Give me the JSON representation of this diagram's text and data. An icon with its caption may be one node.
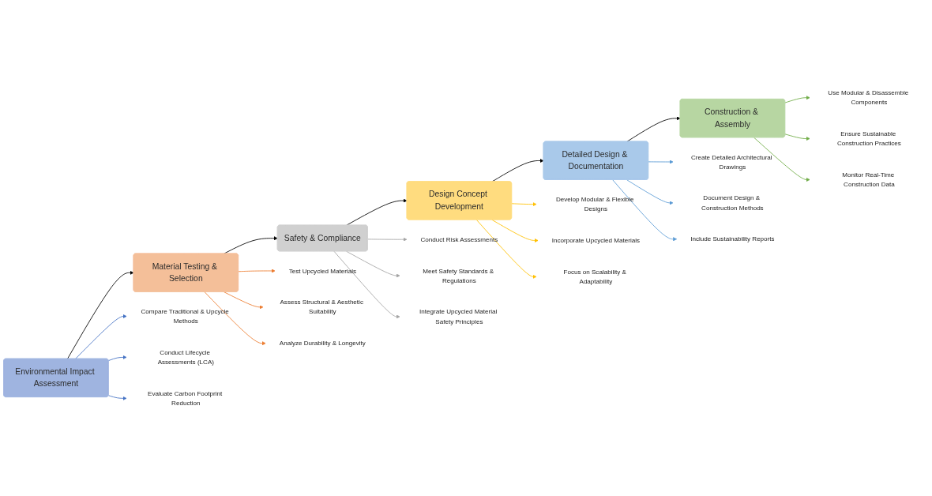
{
  "diagram": {
    "nodes": [
      {
        "text": [
          "Environmental Impact Assessment"
        ]
      },
      {
        "text": [
          "Material Testing & Selection"
        ]
      },
      {
        "text": [
          "Safety & Compliance"
        ]
      },
      {
        "text": [
          "Design Concept Development"
        ]
      },
      {
        "text": [
          "Detailed Design & Documentation"
        ]
      },
      {
        "text": [
          "Construction & Assembly"
        ]
      },
      {
        "text": [
          "Compare Traditional & Upcycle Methods"
        ]
      },
      {
        "text": [
          "Conduct Lifecycle Assessments (LCA)"
        ]
      },
      {
        "text": [
          "Evaluate Carbon Footprint Reduction"
        ]
      },
      {
        "text": [
          "Test Upcycled Materials"
        ]
      },
      {
        "text": [
          "Assess Structural & Aesthetic Suitability"
        ]
      },
      {
        "text": [
          "Analyze Durability & Longevity"
        ]
      },
      {
        "text": [
          "Conduct Risk Assessments"
        ]
      },
      {
        "text": [
          "Meet Safety Standards & Regulations"
        ]
      },
      {
        "text": [
          "Integrate Upcycled Material Safety Principles"
        ]
      },
      {
        "text": [
          "Develop Modular & Flexible Designs"
        ]
      },
      {
        "text": [
          "Incorporate Upcycled Materials"
        ]
      },
      {
        "text": [
          "Focus on Scalability & Adaptability"
        ]
      },
      {
        "text": [
          "Create Detailed Architectural Drawings"
        ]
      },
      {
        "text": [
          "Document Design & Construction Methods"
        ]
      },
      {
        "text": [
          "Include Sustainability Reports"
        ]
      },
      {
        "text": [
          "Use Modular & Disassemble Components"
        ]
      },
      {
        "text": [
          "Ensure Sustainable Construction Practices"
        ]
      },
      {
        "text": [
          "Monitor Real-Time Construction Data"
        ]
      }
    ],
    "edges": [
      {
        "from": 0,
        "to": 1,
        "arrow": "to",
        "color": "#000000"
      },
      {
        "from": 1,
        "to": 2,
        "arrow": "to",
        "color": "#000000"
      },
      {
        "from": 2,
        "to": 3,
        "arrow": "to",
        "color": "#000000"
      },
      {
        "from": 3,
        "to": 4,
        "arrow": "to",
        "color": "#000000"
      },
      {
        "from": 4,
        "to": 5,
        "arrow": "to",
        "color": "#000000"
      },
      {
        "from": 0,
        "to": 6,
        "arrow": "to",
        "color": "#4472c4"
      },
      {
        "from": 0,
        "to": 7,
        "arrow": "to",
        "color": "#4472c4"
      },
      {
        "from": 0,
        "to": 8,
        "arrow": "to",
        "color": "#4472c4"
      },
      {
        "from": 1,
        "to": 9,
        "arrow": "to",
        "color": "#ed7d31"
      },
      {
        "from": 1,
        "to": 10,
        "arrow": "to",
        "color": "#ed7d31"
      },
      {
        "from": 1,
        "to": 11,
        "arrow": "to",
        "color": "#ed7d31"
      },
      {
        "from": 2,
        "to": 12,
        "arrow": "to",
        "color": "#a5a5a5"
      },
      {
        "from": 2,
        "to": 13,
        "arrow": "to",
        "color": "#a5a5a5"
      },
      {
        "from": 2,
        "to": 14,
        "arrow": "to",
        "color": "#a5a5a5"
      },
      {
        "from": 3,
        "to": 15,
        "arrow": "to",
        "color": "#ffc000"
      },
      {
        "from": 3,
        "to": 16,
        "arrow": "to",
        "color": "#ffc000"
      },
      {
        "from": 3,
        "to": 17,
        "arrow": "to",
        "color": "#ffc000"
      },
      {
        "from": 4,
        "to": 18,
        "arrow": "to",
        "color": "#5b9bd5"
      },
      {
        "from": 4,
        "to": 19,
        "arrow": "to",
        "color": "#5b9bd5"
      },
      {
        "from": 4,
        "to": 20,
        "arrow": "to",
        "color": "#5b9bd5"
      },
      {
        "from": 5,
        "to": 21,
        "arrow": "to",
        "color": "#70ad47"
      },
      {
        "from": 5,
        "to": 22,
        "arrow": "to",
        "color": "#70ad47"
      },
      {
        "from": 5,
        "to": 23,
        "arrow": "to",
        "color": "#70ad47"
      }
    ]
  }
}
